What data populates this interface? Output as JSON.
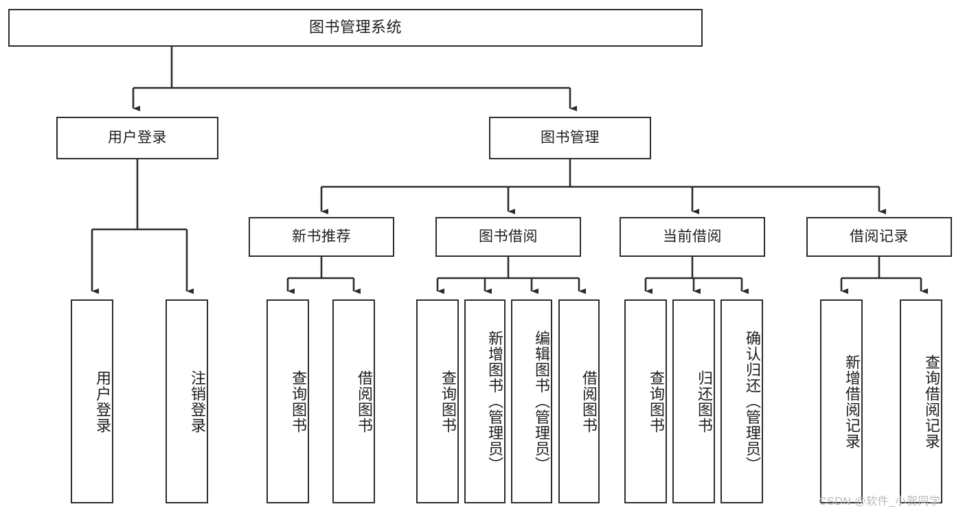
{
  "diagram": {
    "title_node": {
      "label": "图书管理系统"
    },
    "level2": [
      {
        "id": "user-login",
        "label": "用户登录"
      },
      {
        "id": "book-management",
        "label": "图书管理"
      }
    ],
    "level3": [
      {
        "id": "new-book-recommend",
        "label": "新书推荐"
      },
      {
        "id": "book-borrow",
        "label": "图书借阅"
      },
      {
        "id": "current-borrow",
        "label": "当前借阅"
      },
      {
        "id": "borrow-record",
        "label": "借阅记录"
      }
    ],
    "leaves": [
      {
        "id": "leaf-user-login",
        "label": "用户登录",
        "parent": "用户登录"
      },
      {
        "id": "leaf-logout-login",
        "label": "注销登录",
        "parent": "用户登录"
      },
      {
        "id": "leaf-query-book-1",
        "label": "查询图书",
        "parent": "新书推荐"
      },
      {
        "id": "leaf-borrow-book-1",
        "label": "借阅图书",
        "parent": "新书推荐"
      },
      {
        "id": "leaf-query-book-2",
        "label": "查询图书",
        "parent": "图书借阅"
      },
      {
        "id": "leaf-add-book-admin",
        "label": "新增图书（管理员）",
        "parent": "图书借阅"
      },
      {
        "id": "leaf-edit-book-admin",
        "label": "编辑图书（管理员）",
        "parent": "图书借阅"
      },
      {
        "id": "leaf-borrow-book-2",
        "label": "借阅图书",
        "parent": "图书借阅"
      },
      {
        "id": "leaf-query-book-3",
        "label": "查询图书",
        "parent": "当前借阅"
      },
      {
        "id": "leaf-return-book",
        "label": "归还图书",
        "parent": "当前借阅"
      },
      {
        "id": "leaf-confirm-return-admin",
        "label": "确认归还（管理员）",
        "parent": "当前借阅"
      },
      {
        "id": "leaf-add-borrow-record",
        "label": "新增借阅记录",
        "parent": "借阅记录"
      },
      {
        "id": "leaf-query-borrow-record",
        "label": "查询借阅记录",
        "parent": "借阅记录"
      }
    ],
    "watermark": {
      "text": "CSDN @软件_小贺同学"
    },
    "colors": {
      "border": "#2b2b2b",
      "connector": "#2b2b2b",
      "background": "#ffffff",
      "text": "#1d1d1d",
      "watermark": "#b9b9b9"
    }
  }
}
